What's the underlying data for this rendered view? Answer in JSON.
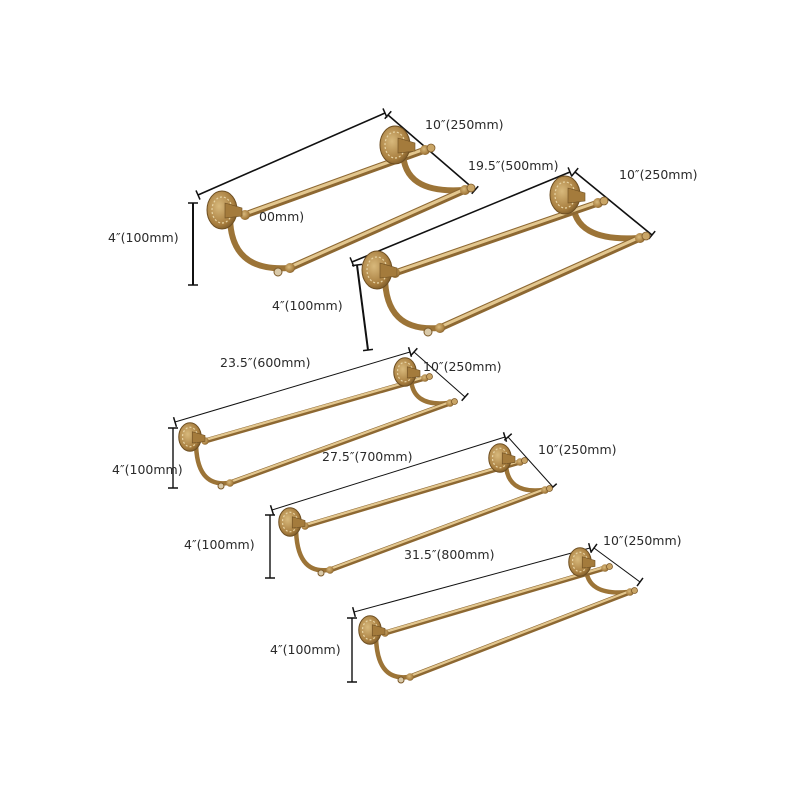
{
  "colors": {
    "brass": "#b8904f",
    "brass_light": "#dcc08a",
    "brass_dark": "#7d5a2a",
    "dimension_line": "#111111"
  },
  "racks": [
    {
      "length": "19.5″(500mm)",
      "depth": "10″(250mm)",
      "height": "4″(100mm)",
      "hidden_label": "00mm)"
    },
    {
      "length": "",
      "depth": "10″(250mm)",
      "height": "4″(100mm)"
    },
    {
      "length": "23.5″(600mm)",
      "depth": "10″(250mm)",
      "height": "4″(100mm)"
    },
    {
      "length": "27.5″(700mm)",
      "depth": "10″(250mm)",
      "height": "4″(100mm)"
    },
    {
      "length": "31.5″(800mm)",
      "depth": "10″(250mm)",
      "height": "4″(100mm)"
    }
  ]
}
